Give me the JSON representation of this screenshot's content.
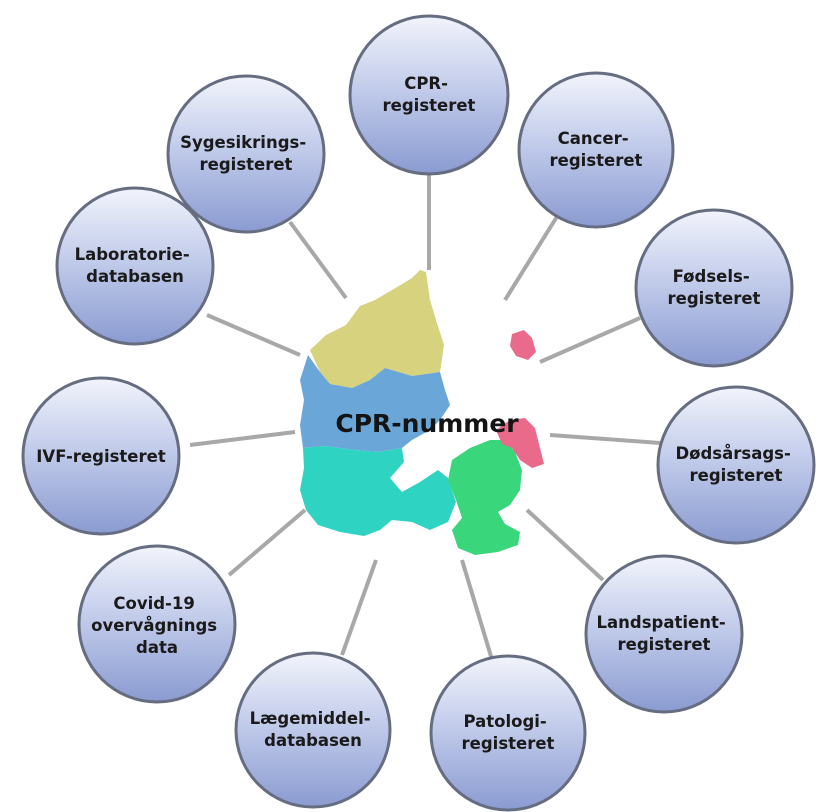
{
  "colors": {
    "circle_fill_top": "#f2f4fb",
    "circle_fill_bottom": "#8a9bd1",
    "circle_stroke": "#666d80",
    "connector": "#a8a8a8",
    "region_nordjylland": "#d6d27e",
    "region_midtjylland": "#6aa6d8",
    "region_syddanmark": "#2fd3c1",
    "region_sjaelland": "#3ad67c",
    "region_hovedstaden": "#ea6a8b"
  },
  "center": {
    "label": "CPR-nummer"
  },
  "registries": [
    {
      "id": "cpr",
      "lines": [
        "CPR-",
        "registeret"
      ]
    },
    {
      "id": "cancer",
      "lines": [
        "Cancer-",
        "registeret"
      ]
    },
    {
      "id": "foedsel",
      "lines": [
        "Fødsels-",
        "registeret"
      ]
    },
    {
      "id": "doedsaarsag",
      "lines": [
        "Dødsårsags-",
        "registeret"
      ]
    },
    {
      "id": "landspatient",
      "lines": [
        "Landspatient-",
        "registeret"
      ]
    },
    {
      "id": "patologi",
      "lines": [
        "Patologi-",
        "registeret"
      ]
    },
    {
      "id": "laegemiddel",
      "lines": [
        "Lægemiddel-",
        "databasen"
      ]
    },
    {
      "id": "covid",
      "lines": [
        "Covid-19",
        "overvågnings",
        "data"
      ]
    },
    {
      "id": "ivf",
      "lines": [
        "IVF-registeret"
      ]
    },
    {
      "id": "laboratorie",
      "lines": [
        "Laboratorie-",
        "databasen"
      ]
    },
    {
      "id": "sygesikring",
      "lines": [
        "Sygesikrings-",
        "registeret"
      ]
    }
  ]
}
